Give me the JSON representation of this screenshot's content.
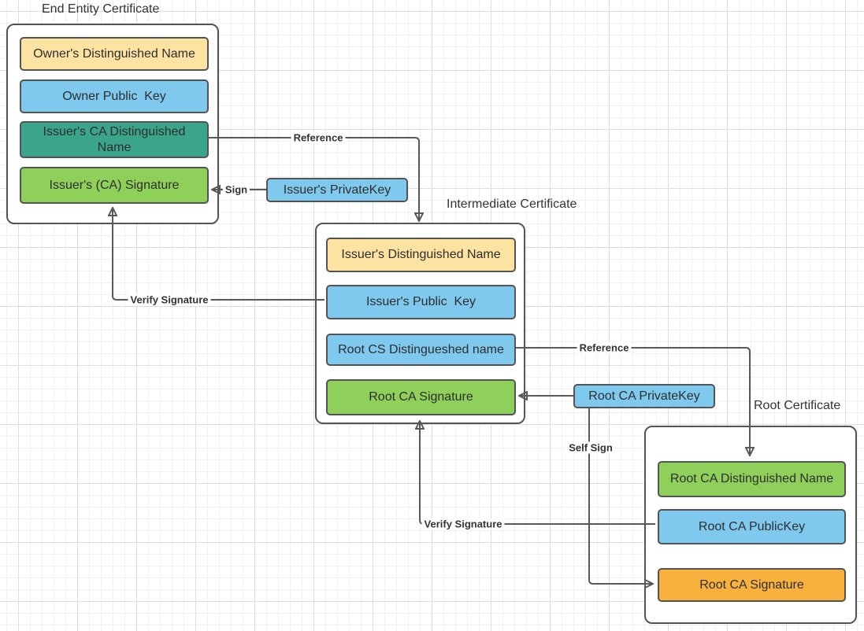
{
  "diagram": {
    "containers": [
      {
        "title": "End Entity Certificate",
        "boxes": [
          {
            "label": "Owner's Distinguished Name",
            "fill": "#FCE3A2"
          },
          {
            "label": "Owner Public  Key",
            "fill": "#7EC9ED"
          },
          {
            "label": "Issuer's CA Distinguished Name",
            "fill": "#3BA58C"
          },
          {
            "label": "Issuer's (CA) Signature",
            "fill": "#8FD05A"
          }
        ]
      },
      {
        "title": "Intermediate Certificate",
        "boxes": [
          {
            "label": "Issuer's Distinguished Name",
            "fill": "#FCE3A2"
          },
          {
            "label": "Issuer's Public  Key",
            "fill": "#7EC9ED"
          },
          {
            "label": "Root CS Distingueshed name",
            "fill": "#7EC9ED"
          },
          {
            "label": "Root CA Signature",
            "fill": "#8FD05A"
          }
        ]
      },
      {
        "title": "Root Certificate",
        "boxes": [
          {
            "label": "Root CA Distinguished Name",
            "fill": "#8FD05A"
          },
          {
            "label": "Root CA PublicKey",
            "fill": "#7EC9ED"
          },
          {
            "label": "Root CA Signature",
            "fill": "#F8B13D"
          }
        ]
      }
    ],
    "standalone_boxes": [
      {
        "label": "Issuer's PrivateKey",
        "fill": "#7EC9ED"
      },
      {
        "label": "Root CA PrivateKey",
        "fill": "#7EC9ED"
      }
    ],
    "edges": [
      {
        "label": "Reference",
        "from": "Issuer's CA Distinguished Name",
        "to": "Intermediate Certificate"
      },
      {
        "label": "Sign",
        "from": "Issuer's PrivateKey",
        "to": "Issuer's (CA) Signature"
      },
      {
        "label": "Verify Signature",
        "from": "Issuer's Public  Key",
        "to": "Issuer's (CA) Signature"
      },
      {
        "label": "Reference",
        "from": "Root CS Distingueshed name",
        "to": "Root CA Distinguished Name"
      },
      {
        "label": "",
        "from": "Root CA PrivateKey",
        "to": "Root CA Signature (Intermediate Certificate)"
      },
      {
        "label": "Self Sign",
        "from": "Root CA PrivateKey",
        "to": "Root CA Signature (Root Certificate)"
      },
      {
        "label": "Verify Signature",
        "from": "Root CA PublicKey",
        "to": "Root CA Signature (Intermediate Certificate)"
      }
    ],
    "palette": {
      "yellow": "#FCE3A2",
      "blue": "#7EC9ED",
      "teal": "#3BA58C",
      "green": "#8FD05A",
      "orange": "#F8B13D",
      "shape_border": "#545454",
      "connector": "#595959",
      "grid_major": "#DCDCDC",
      "grid_minor": "#F0F0F0"
    }
  }
}
